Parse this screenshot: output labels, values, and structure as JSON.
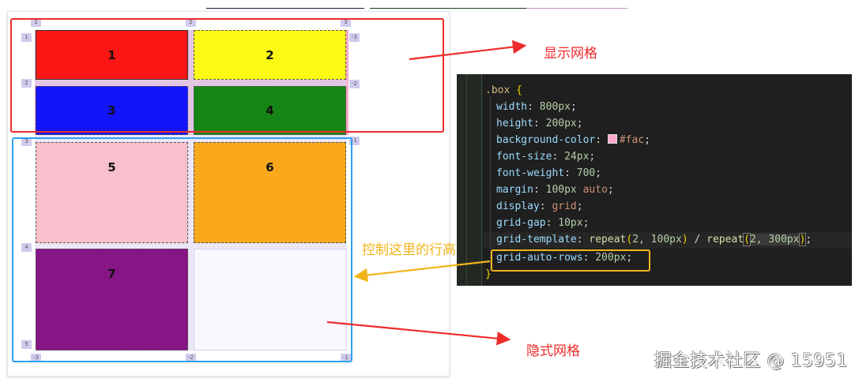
{
  "grid_demo": {
    "explicit_cells": [
      {
        "label": "1",
        "color": "#fc1616"
      },
      {
        "label": "2",
        "color": "#fcf914"
      },
      {
        "label": "3",
        "color": "#1414fc"
      },
      {
        "label": "4",
        "color": "#158615"
      }
    ],
    "implicit_cells": [
      {
        "label": "5",
        "color": "#f8c0cc"
      },
      {
        "label": "6",
        "color": "#f8a81a"
      },
      {
        "label": "7",
        "color": "#861686"
      }
    ],
    "container_color": "#ffaacc",
    "column_line_labels_top": [
      "1",
      "2",
      "3"
    ],
    "column_line_labels_bottom": [
      "-3",
      "-2",
      "-1"
    ],
    "row_line_labels_left": [
      "1",
      "2",
      "3",
      "4",
      "5"
    ],
    "row_line_labels_right": [
      "-3",
      "-2",
      "-1"
    ]
  },
  "annotations": {
    "explicit_grid": "显示网格",
    "implicit_grid": "隐式网格",
    "row_height_control": "控制这里的行高"
  },
  "code": {
    "selector": ".box",
    "open_brace": "{",
    "close_brace": "}",
    "lines": [
      {
        "prop": "width",
        "value": "800px"
      },
      {
        "prop": "height",
        "value": "200px"
      },
      {
        "prop": "background-color",
        "value": "#fac",
        "swatch": "#ffaacc"
      },
      {
        "prop": "font-size",
        "value": "24px"
      },
      {
        "prop": "font-weight",
        "value": "700"
      },
      {
        "prop": "margin",
        "value_num": "100px",
        "value_kw": "auto"
      },
      {
        "prop": "display",
        "value": "grid"
      },
      {
        "prop": "grid-gap",
        "value": "10px"
      },
      {
        "prop": "grid-template",
        "fn1": "repeat",
        "args1": "2, 100px",
        "sep": " / ",
        "fn2": "repeat",
        "args2": "2, 300px"
      },
      {
        "prop": "grid-auto-rows",
        "value": "200px"
      }
    ],
    "highlighted_line": "grid-auto-rows: 200px;"
  },
  "watermark": "掘金技术社区 @ 15951"
}
